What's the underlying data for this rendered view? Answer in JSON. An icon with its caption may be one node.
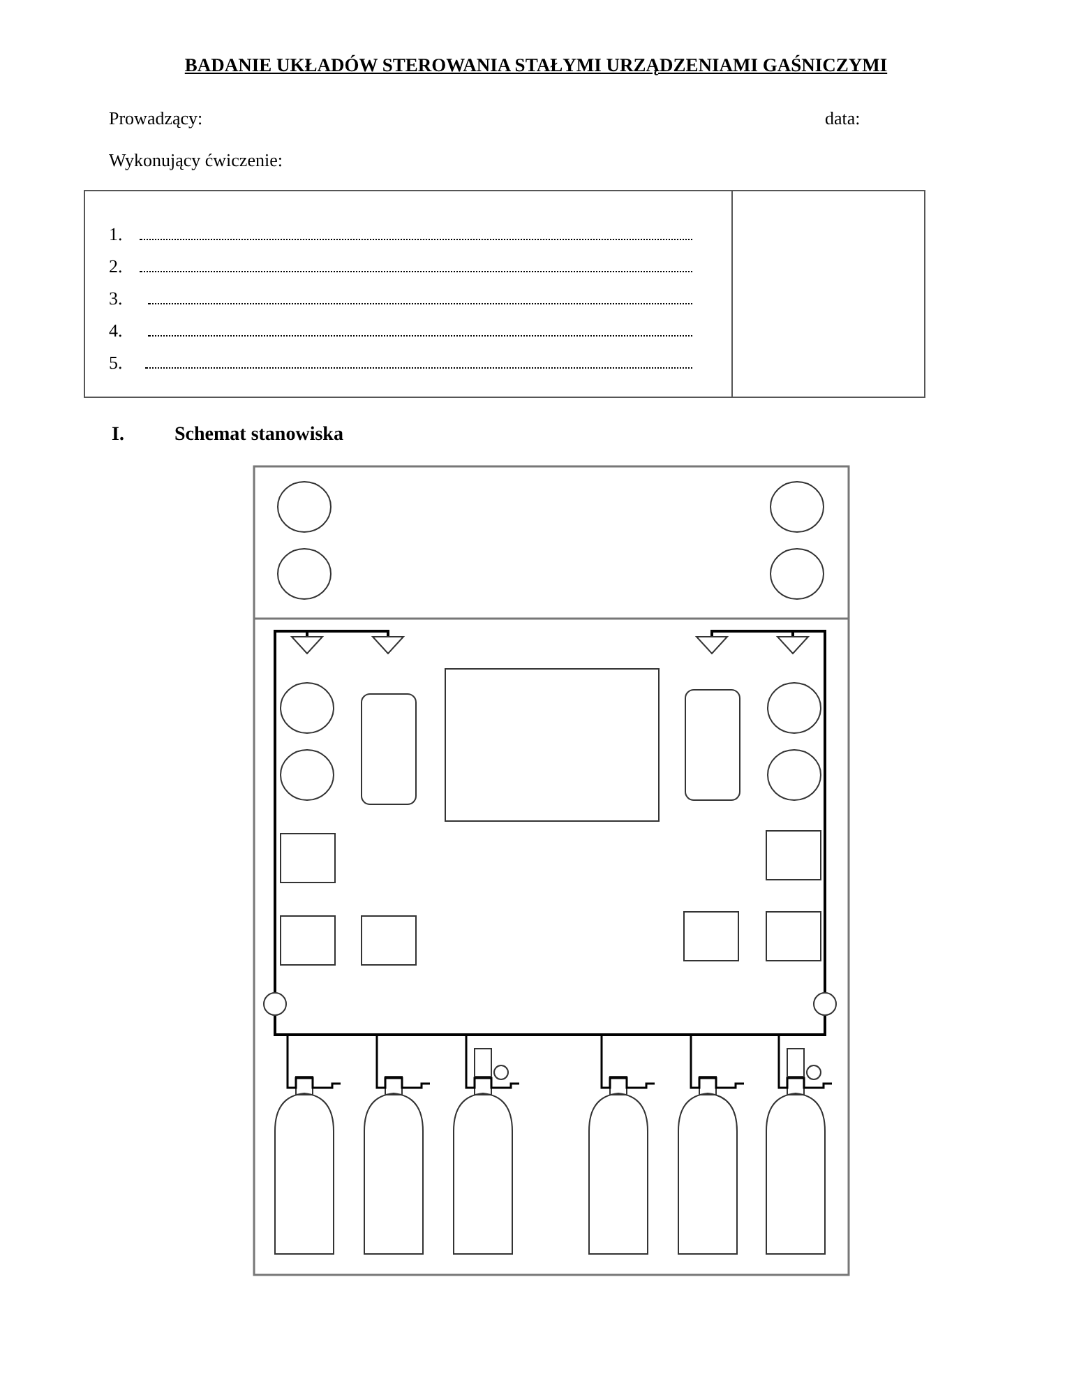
{
  "diagram": {
    "title": "BADANIE UKŁADÓW STEROWANIA STAŁYMI URZĄDZENIAMI GAŚNICZYMI",
    "labels": [
      "Prowadzący:",
      "data:",
      "Wykonujący ćwiczenie:",
      "1.",
      "2.",
      "3.",
      "4.",
      "5.",
      "I.",
      "Schemat stanowiska"
    ]
  }
}
